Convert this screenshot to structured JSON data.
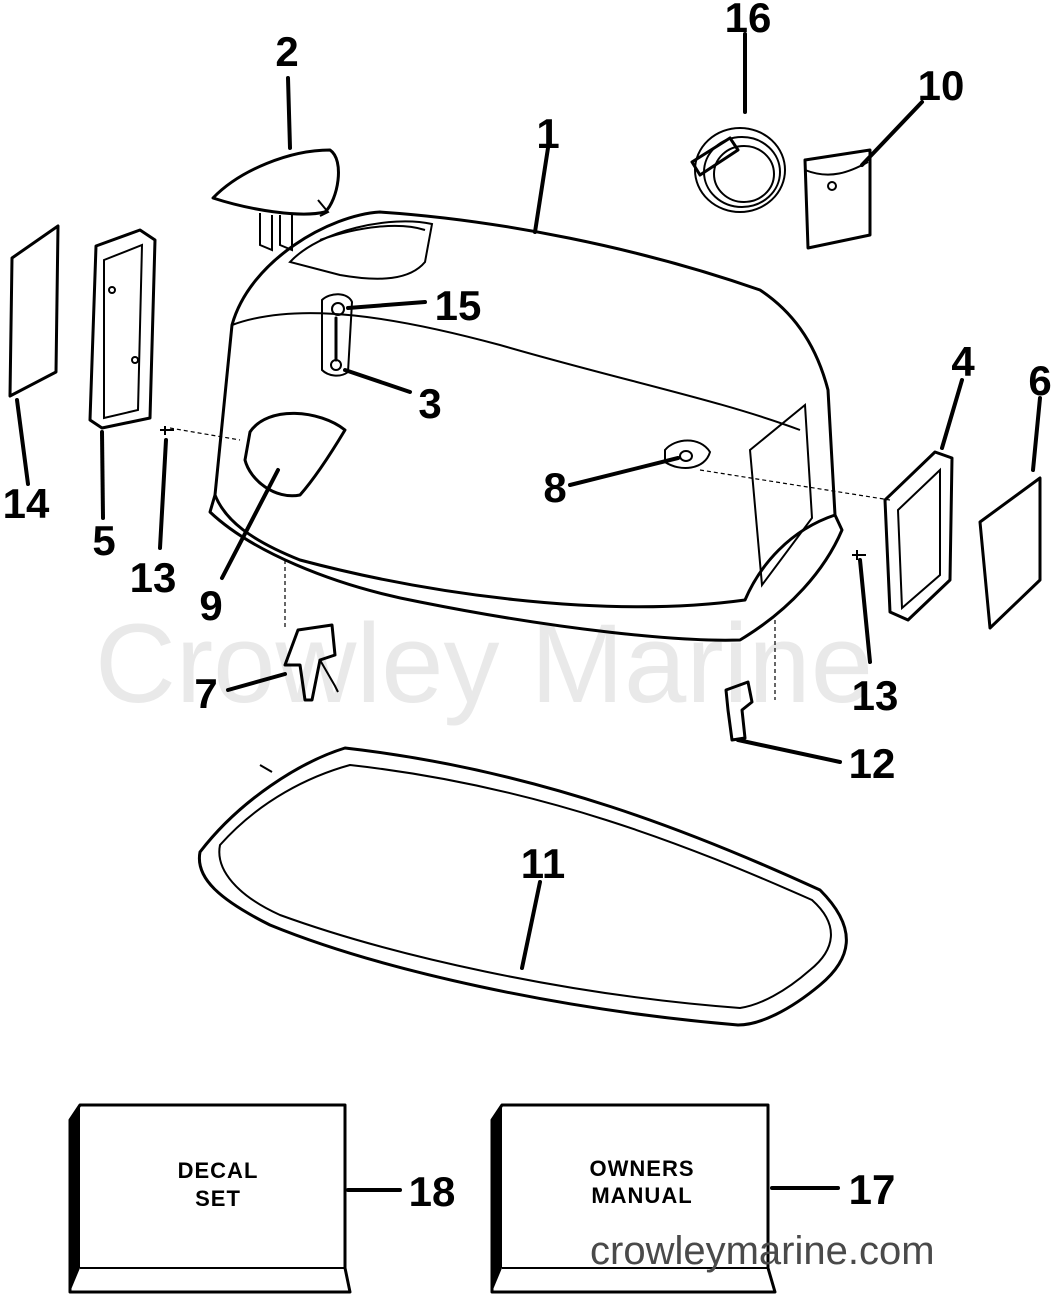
{
  "callouts": [
    "1",
    "2",
    "3",
    "4",
    "5",
    "6",
    "7",
    "8",
    "9",
    "10",
    "11",
    "12",
    "13",
    "13",
    "14",
    "15",
    "16",
    "17",
    "18"
  ],
  "boxes": {
    "decal": {
      "line1": "DECAL",
      "line2": "SET",
      "number": "18"
    },
    "manual": {
      "line1": "OWNERS",
      "line2": "MANUAL",
      "number": "17"
    }
  },
  "watermark": {
    "text": "Crowley Marine",
    "url": "crowleymarine.com"
  }
}
